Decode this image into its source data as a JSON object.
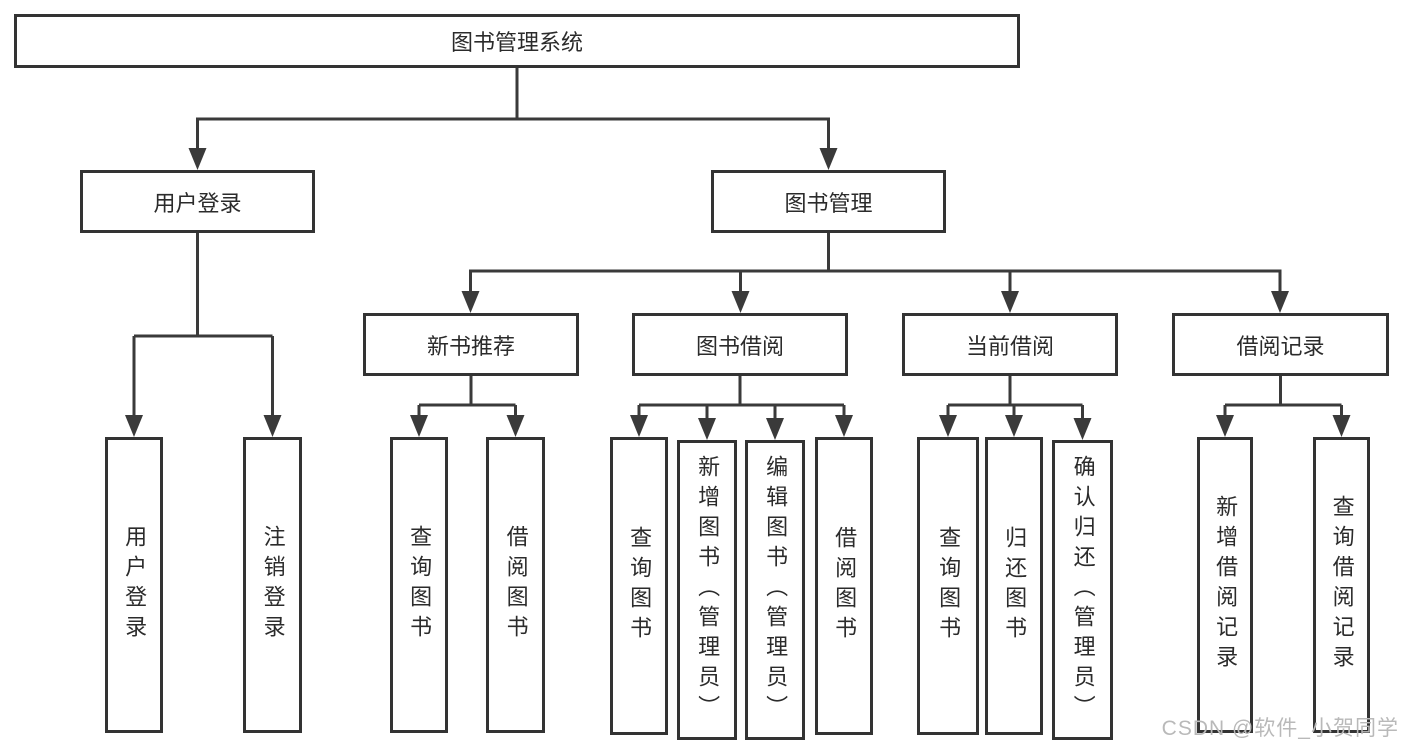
{
  "page": {
    "background": "#ffffff"
  },
  "colors": {
    "line": "#3a3a3a",
    "border": "#333333",
    "text": "#2b2b2b",
    "watermark": "#b9b9b9"
  },
  "watermark": {
    "text": "CSDN @软件_小贺同学"
  },
  "tree": {
    "root": {
      "label": "图书管理系统",
      "children": [
        {
          "label": "用户登录",
          "children": [
            {
              "label": "用户登录"
            },
            {
              "label": "注销登录"
            }
          ]
        },
        {
          "label": "图书管理",
          "children": [
            {
              "label": "新书推荐",
              "children": [
                {
                  "label": "查询图书"
                },
                {
                  "label": "借阅图书"
                }
              ]
            },
            {
              "label": "图书借阅",
              "children": [
                {
                  "label": "查询图书"
                },
                {
                  "label": "新增图书（管理员）"
                },
                {
                  "label": "编辑图书（管理员）"
                },
                {
                  "label": "借阅图书"
                }
              ]
            },
            {
              "label": "当前借阅",
              "children": [
                {
                  "label": "查询图书"
                },
                {
                  "label": "归还图书"
                },
                {
                  "label": "确认归还（管理员）"
                }
              ]
            },
            {
              "label": "借阅记录",
              "children": [
                {
                  "label": "新增借阅记录"
                },
                {
                  "label": "查询借阅记录"
                }
              ]
            }
          ]
        }
      ]
    }
  }
}
